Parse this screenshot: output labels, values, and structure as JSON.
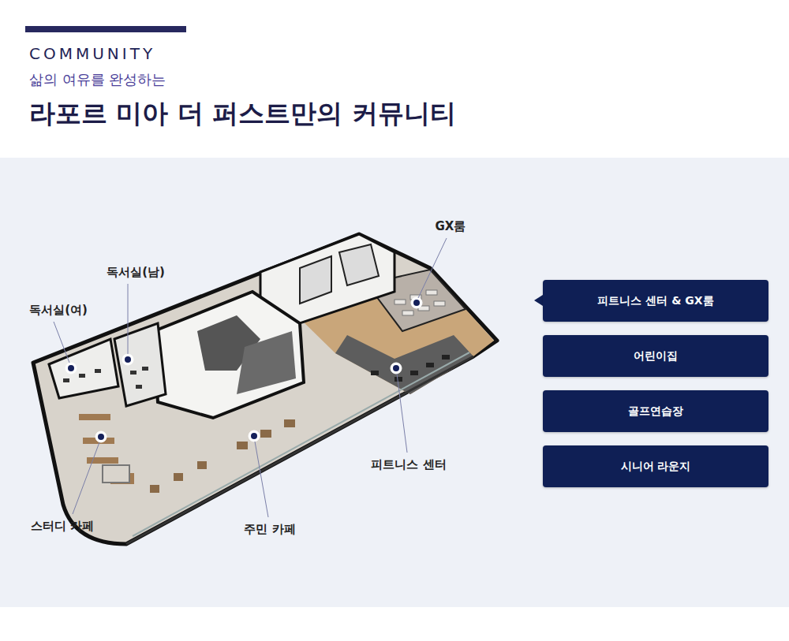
{
  "diagram": {
    "title": "라포르 미아 더 퍼스트만의 커뮤니티",
    "nodes": [
      {
        "text": [
          "피트니스 센터 & GX룸"
        ]
      },
      {
        "text": [
          "어린이집"
        ]
      },
      {
        "text": [
          "골프연습장"
        ]
      },
      {
        "text": [
          "시니어 라운지"
        ]
      }
    ],
    "labels": [
      "COMMUNITY",
      "삶의 여유를 완성하는",
      "GX룸",
      "독서실(남)",
      "독서실(여)",
      "스터디 카페",
      "주민 카페",
      "피트니스 센터"
    ]
  }
}
